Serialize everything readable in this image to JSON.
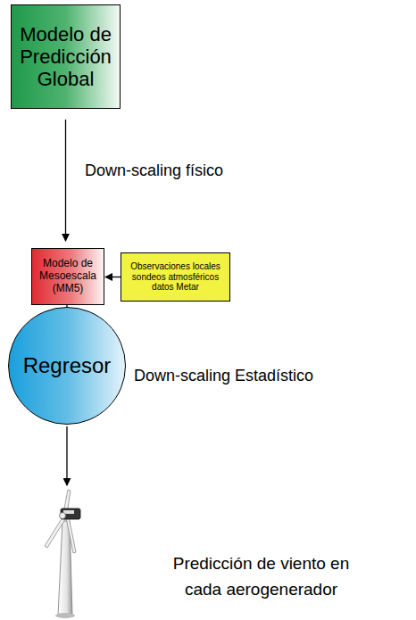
{
  "diagram": {
    "nodes": [
      {
        "text": [
          "Modelo de Predicción Global"
        ]
      },
      {
        "text": [
          "Modelo de Mesoescala (MM5)"
        ]
      },
      {
        "text": [
          "Observaciones locales sondeos atmosféricos datos Metar"
        ]
      },
      {
        "text": [
          "Regresor"
        ]
      }
    ],
    "edges": [
      {
        "from": 0,
        "to": 1,
        "arrow": "to"
      },
      {
        "from": 2,
        "to": 1,
        "arrow": "to"
      },
      {
        "from": 1,
        "to": 3,
        "arrow": "none"
      }
    ],
    "labels": [
      "Down-scaling físico",
      "Down-scaling Estadístico",
      "Predicción de viento en cada aerogenerador"
    ]
  }
}
